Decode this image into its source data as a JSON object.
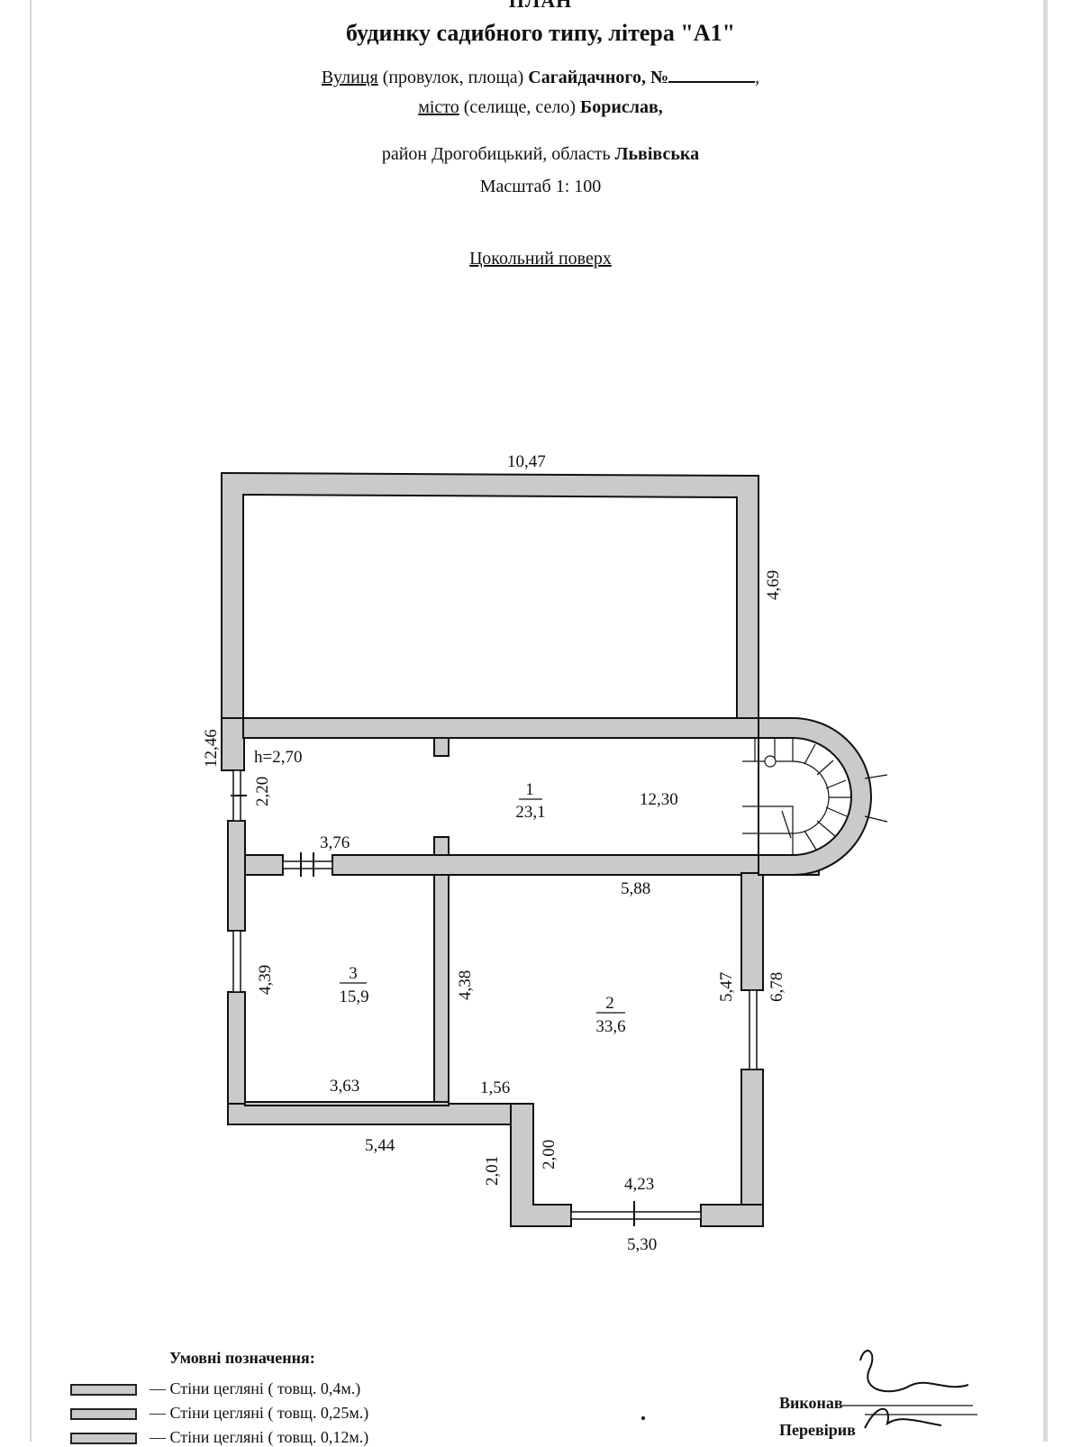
{
  "header": {
    "title": "ПЛАН",
    "subtitle": "будинку садибного типу, літера \"А1\"",
    "street_label": "Вулиця",
    "street_alt": " (провулок, площа) ",
    "street_name": "Сагайдачного, №",
    "city_label": "місто",
    "city_alt": " (селище, село) ",
    "city_name": "Борислав,",
    "region_line": "район Дрогобицький, область ",
    "oblast": "Львівська",
    "scale": "Масштаб 1: 100",
    "floor_label": "Цокольний поверх"
  },
  "plan": {
    "dimensions": {
      "top_width": "10,47",
      "upper_right": "4,69",
      "left_total": "12,46",
      "height": "h=2,70",
      "left_opening": "2,20",
      "corridor_length": "12,30",
      "corridor_partition": "3,76",
      "room2_top": "5,88",
      "room3_left": "4,39",
      "room2_left": "4,38",
      "room2_right_inner": "5,47",
      "room2_right_outer": "6,78",
      "room3_bottom": "3,63",
      "step_top": "1,56",
      "bottom_left": "5,44",
      "step_outer": "2,01",
      "step_inner": "2,00",
      "bottom_inner": "4,23",
      "bottom_outer": "5,30"
    },
    "rooms": [
      {
        "number": "1",
        "area": "23,1"
      },
      {
        "number": "2",
        "area": "33,6"
      },
      {
        "number": "3",
        "area": "15,9"
      }
    ]
  },
  "legend": {
    "title": "Умовні позначення:",
    "items": [
      "— Стіни цегляні ( товщ. 0,4м.)",
      "— Стіни цегляні ( товщ. 0,25м.)",
      "— Стіни цегляні ( товщ. 0,12м.)"
    ]
  },
  "signatures": {
    "performed": "Виконав",
    "checked": "Перевірив"
  },
  "colors": {
    "wall_fill": "#c8cacc",
    "line": "#111111"
  }
}
